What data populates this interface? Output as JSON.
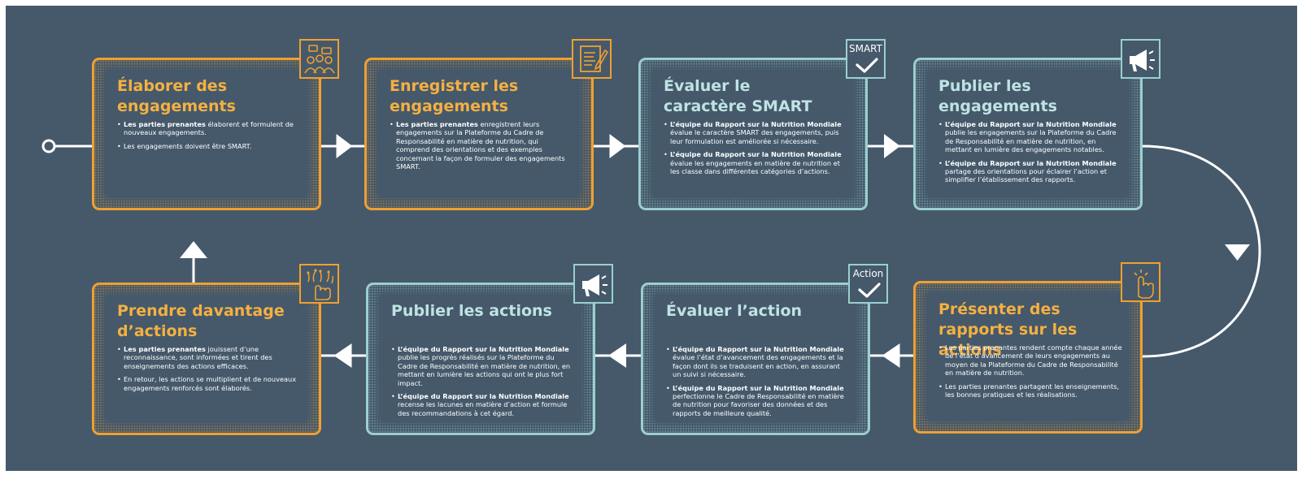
{
  "colors": {
    "background": "#45596b",
    "orange": "#f0a030",
    "teal": "#9ccfcf",
    "connector": "#ffffff"
  },
  "steps": [
    {
      "title": "Élaborer des engagements",
      "variant": "orange",
      "icon": "people-discussion-icon",
      "bullets": [
        {
          "bold": "Les parties prenantes",
          "text": " élaborent et formulent de nouveaux engagements."
        },
        {
          "bold": "",
          "text": "Les engagements doivent être SMART."
        }
      ]
    },
    {
      "title": "Enregistrer les engagements",
      "variant": "orange",
      "icon": "document-pen-icon",
      "bullets": [
        {
          "bold": "Les parties prenantes",
          "text": " enregistrent leurs engagements sur la Plateforme du Cadre de Responsabilité en matière de nutrition, qui comprend des orientations et des exemples concernant la façon de formuler des engagements SMART."
        }
      ]
    },
    {
      "title": "Évaluer le caractère SMART",
      "variant": "teal",
      "icon": "checkmark-icon",
      "badge_label": "SMART",
      "bullets": [
        {
          "bold": "L’équipe du Rapport sur la Nutrition Mondiale",
          "text": " évalue le caractère SMART des engagements, puis leur formulation est améliorée si nécessaire."
        },
        {
          "bold": "L’équipe du Rapport sur la Nutrition Mondiale",
          "text": " évalue les engagements en matière de nutrition et les classe dans différentes catégories d’actions."
        }
      ]
    },
    {
      "title": "Publier les engagements",
      "variant": "teal",
      "icon": "megaphone-icon",
      "bullets": [
        {
          "bold": "L’équipe du Rapport sur la Nutrition Mondiale",
          "text": " publie les engagements sur la Plateforme du Cadre de Responsabilité en matière de nutrition, en mettant en lumière des engagements notables."
        },
        {
          "bold": "L’équipe du Rapport sur la Nutrition Mondiale",
          "text": " partage des orientations pour éclairer l’action et simplifier l’établissement des rapports."
        }
      ]
    },
    {
      "title": "Présenter des rapports sur les actions",
      "variant": "orange",
      "icon": "hand-tap-icon",
      "bullets": [
        {
          "bold": "",
          "text": "Les parties prenantes rendent compte chaque année de l’état d’avancement de leurs engagements au moyen de la Plateforme du Cadre de Responsabilité en matière de nutrition."
        },
        {
          "bold": "",
          "text": "Les parties prenantes partagent les enseignements, les bonnes pratiques et les réalisations."
        }
      ]
    },
    {
      "title": "Évaluer l’action",
      "variant": "teal",
      "icon": "checkmark-icon",
      "badge_label": "Action",
      "bullets": [
        {
          "bold": "L’équipe du Rapport sur la Nutrition Mondiale",
          "text": " évalue l’état d’avancement des engagements et la façon dont ils se traduisent en action, en assurant un suivi si nécessaire."
        },
        {
          "bold": "L’équipe du Rapport sur la Nutrition Mondiale",
          "text": " perfectionne le Cadre de Responsabilité en matière de nutrition pour favoriser des données et des rapports de meilleure qualité."
        }
      ]
    },
    {
      "title": "Publier les actions",
      "variant": "teal",
      "icon": "megaphone-icon",
      "bullets": [
        {
          "bold": "L’équipe du Rapport sur la Nutrition Mondiale",
          "text": " publie les progrès réalisés sur la Plateforme du Cadre de Responsabilité en matière de nutrition, en mettant en lumière les actions qui ont le plus fort impact."
        },
        {
          "bold": "L’équipe du Rapport sur la Nutrition Mondiale",
          "text": " recense les lacunes en matière d’action et formule des recommandations à cet égard."
        }
      ]
    },
    {
      "title": "Prendre davantage d’actions",
      "variant": "orange",
      "icon": "hand-ideas-icon",
      "bullets": [
        {
          "bold": "Les parties prenantes",
          "text": " jouissent d’une reconnaissance, sont informées et tirent des enseignements des actions efficaces."
        },
        {
          "bold": "",
          "text": "En retour, les actions se multiplient et de nouveaux engagements renforcés sont élaborés."
        }
      ]
    }
  ]
}
